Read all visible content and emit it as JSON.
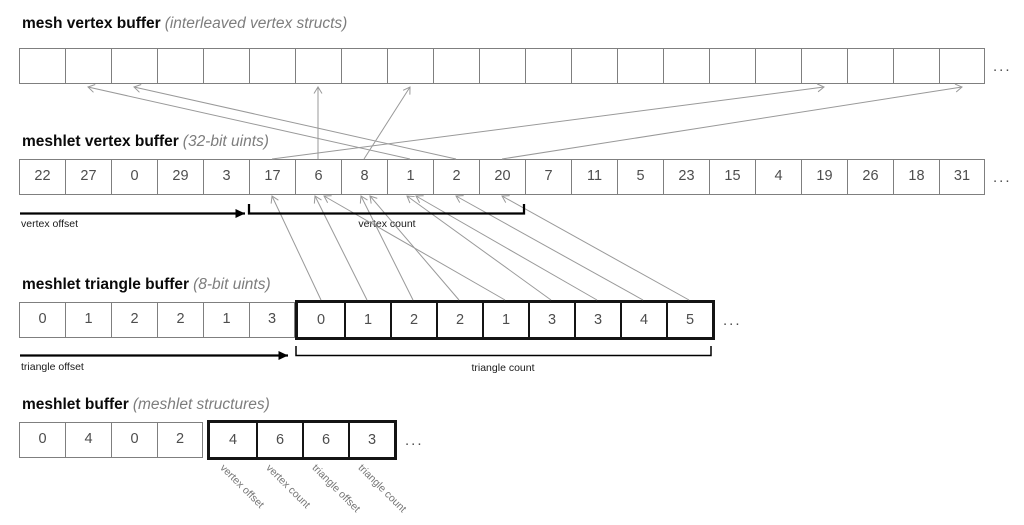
{
  "rows": [
    {
      "title": "mesh vertex buffer",
      "subtitle": "(interleaved vertex structs)",
      "cells": [
        "",
        "",
        "",
        "",
        "",
        "",
        "",
        "",
        "",
        "",
        "",
        "",
        "",
        "",
        "",
        "",
        "",
        "",
        "",
        "",
        ""
      ],
      "ellipsis": "..."
    },
    {
      "title": "meshlet vertex buffer",
      "subtitle": "(32-bit uints)",
      "cells": [
        "22",
        "27",
        "0",
        "29",
        "3",
        "17",
        "6",
        "8",
        "1",
        "2",
        "20",
        "7",
        "11",
        "5",
        "23",
        "15",
        "4",
        "19",
        "26",
        "18",
        "31"
      ],
      "ellipsis": "..."
    },
    {
      "title": "meshlet triangle buffer",
      "subtitle": "(8-bit uints)",
      "cells": [
        "0",
        "1",
        "2",
        "2",
        "1",
        "3"
      ],
      "bold_cells": [
        "0",
        "1",
        "2",
        "2",
        "1",
        "3",
        "3",
        "4",
        "5"
      ],
      "ellipsis": "..."
    },
    {
      "title": "meshlet buffer",
      "subtitle": "(meshlet structures)",
      "cells": [
        "0",
        "4",
        "0",
        "2"
      ],
      "bold_cells": [
        "4",
        "6",
        "6",
        "3"
      ],
      "ellipsis": "..."
    }
  ],
  "annotations": {
    "vertex_offset": "vertex offset",
    "vertex_count": "vertex count",
    "triangle_offset": "triangle offset",
    "triangle_count": "triangle count",
    "meshlet_fields": [
      "vertex offset",
      "vertex count",
      "triangle offset",
      "triangle count"
    ]
  },
  "arrows": {
    "meshlet_vertex_to_mesh": [
      {
        "from": 5,
        "to": 17
      },
      {
        "from": 6,
        "to": 6
      },
      {
        "from": 7,
        "to": 8
      },
      {
        "from": 8,
        "to": 1
      },
      {
        "from": 9,
        "to": 2
      },
      {
        "from": 10,
        "to": 20
      }
    ],
    "triangle_to_meshlet_vertex": [
      {
        "from": 0,
        "to": 5
      },
      {
        "from": 1,
        "to": 6
      },
      {
        "from": 2,
        "to": 7
      },
      {
        "from": 3,
        "to": 7
      },
      {
        "from": 4,
        "to": 6
      },
      {
        "from": 5,
        "to": 8
      },
      {
        "from": 6,
        "to": 8
      },
      {
        "from": 7,
        "to": 9
      },
      {
        "from": 8,
        "to": 10
      }
    ]
  },
  "colors": {
    "cell_border": "#7f7f7f",
    "bold_border": "#141414",
    "cell_text": "#4d4d4d",
    "gray_arrow": "#999999",
    "black_annotation": "#000000",
    "subtitle": "#7d7d7d",
    "field_label": "#757575"
  }
}
